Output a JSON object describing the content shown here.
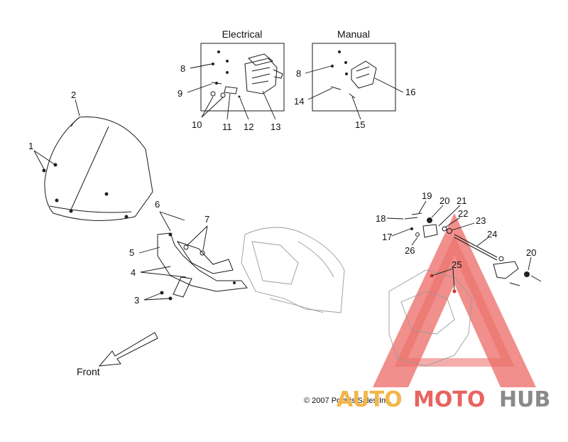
{
  "insets": {
    "electrical": "Electrical",
    "manual": "Manual"
  },
  "callouts": {
    "c1": "1",
    "c2": "2",
    "c3": "3",
    "c4": "4",
    "c5": "5",
    "c6": "6",
    "c7": "7",
    "c8a": "8",
    "c8b": "8",
    "c9": "9",
    "c10": "10",
    "c11": "11",
    "c12": "12",
    "c13": "13",
    "c14": "14",
    "c15": "15",
    "c16": "16",
    "c17": "17",
    "c18": "18",
    "c19": "19",
    "c20a": "20",
    "c20b": "20",
    "c21": "21",
    "c22": "22",
    "c23": "23",
    "c24": "24",
    "c25": "25",
    "c26": "26"
  },
  "front_label": "Front",
  "copyright": "© 2007 Polaris Sales Inc.",
  "watermark": {
    "part1": "AUTO",
    "part2": "MOTO",
    "part3": "HUB",
    "colors": {
      "auto": "#f3b64a",
      "moto": "#e8645f",
      "hub": "#8a8a8a",
      "triangle": "#e8504a"
    }
  }
}
